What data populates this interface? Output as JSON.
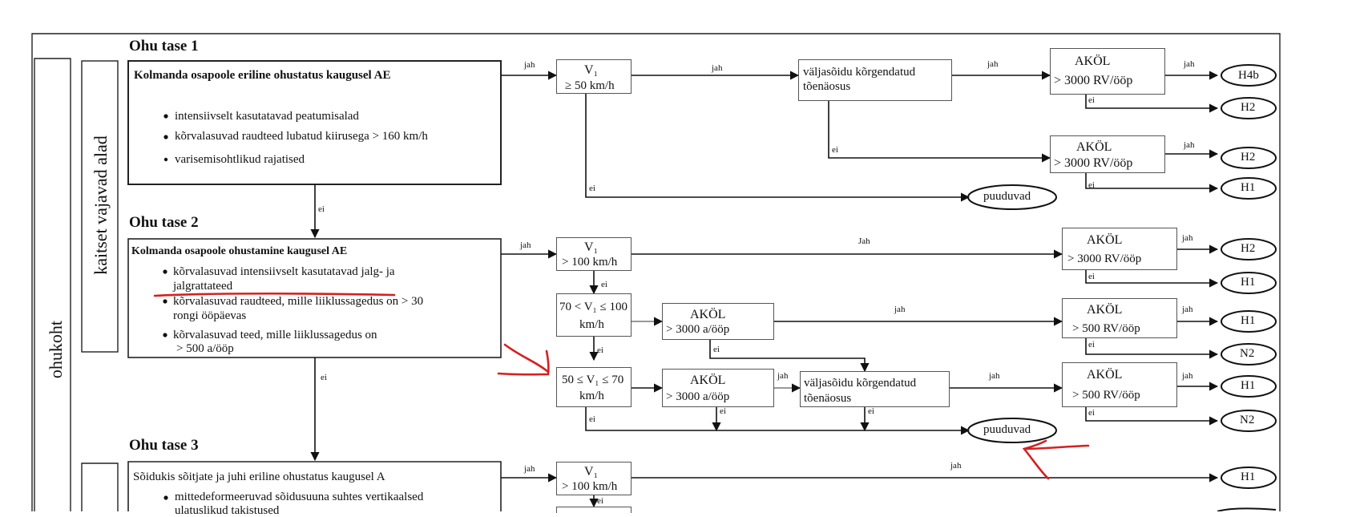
{
  "side_labels": {
    "outer": "ohukoht",
    "inner": "kaitset vajavad alad"
  },
  "levels": {
    "level1": {
      "title": "Ohu tase 1",
      "box_title": "Kolmanda osapoole eriline ohustatus kaugusel AE",
      "items": [
        "intensiivselt kasutatavad peatumisalad",
        "kõrvalasuvad raudteed lubatud kiirusega > 160 km/h",
        "varisemisohtlikud rajatised"
      ]
    },
    "level2": {
      "title": "Ohu tase 2",
      "box_title": "Kolmanda osapoole ohustamine kaugusel AE",
      "items": [
        "kõrvalasuvad intensiivselt kasutatavad jalg- ja",
        "jalgrattateed",
        "kõrvalasuvad raudteed, mille liiklussagedus on > 30",
        "rongi ööpäevas",
        "kõrvalasuvad teed, mille liiklussagedus on",
        "> 500 a/ööp"
      ]
    },
    "level3": {
      "title": "Ohu tase 3",
      "box_title": "Sõidukis sõitjate ja juhi eriline ohustatus kaugusel A",
      "items": [
        "mittedeformeeruvad sõidusuuna suhtes vertikaalsed",
        "ulatuslikud takistused"
      ]
    }
  },
  "nodes": {
    "v1_50": "V₁",
    "v1_50_cond": "≥ 50 km/h",
    "run1": "väljasõidu kõrgendatud",
    "run1b": "tõenäosus",
    "akol_a": "AKÖL",
    "akol_a_cond": "> 3000 RV/ööp",
    "akol_b": "AKÖL",
    "akol_b_cond": "> 3000 RV/ööp",
    "v1_100": "V₁",
    "v1_100_cond": "> 100 km/h",
    "akol_c": "AKÖL",
    "akol_c_cond": "> 3000 RV/ööp",
    "v70_100": "70 < V₁ ≤ 100",
    "v70_100b": "km/h",
    "akol_d": "AKÖL",
    "akol_d_cond": "> 3000 a/ööp",
    "akol_e": "AKÖL",
    "akol_e_cond": "> 500 RV/ööp",
    "v50_70": "50 ≤ V₁ ≤ 70",
    "v50_70b": "km/h",
    "akol_f": "AKÖL",
    "akol_f_cond": "> 3000 a/ööp",
    "run2": "väljasõidu kõrgendatud",
    "run2b": "tõenäosus",
    "akol_g": "AKÖL",
    "akol_g_cond": "> 500 RV/ööp",
    "v1_100b": "V₁",
    "v1_100b_cond": "> 100 km/h"
  },
  "outcomes": [
    "H4b",
    "H2",
    "H2",
    "H1",
    "puuduvad",
    "H2",
    "H1",
    "H1",
    "N2",
    "H1",
    "N2",
    "puuduvad",
    "H1"
  ],
  "edge_labels": {
    "yes": "jah",
    "yes_cap": "Jah",
    "no": "ei"
  },
  "annotation_color": "#d62020"
}
